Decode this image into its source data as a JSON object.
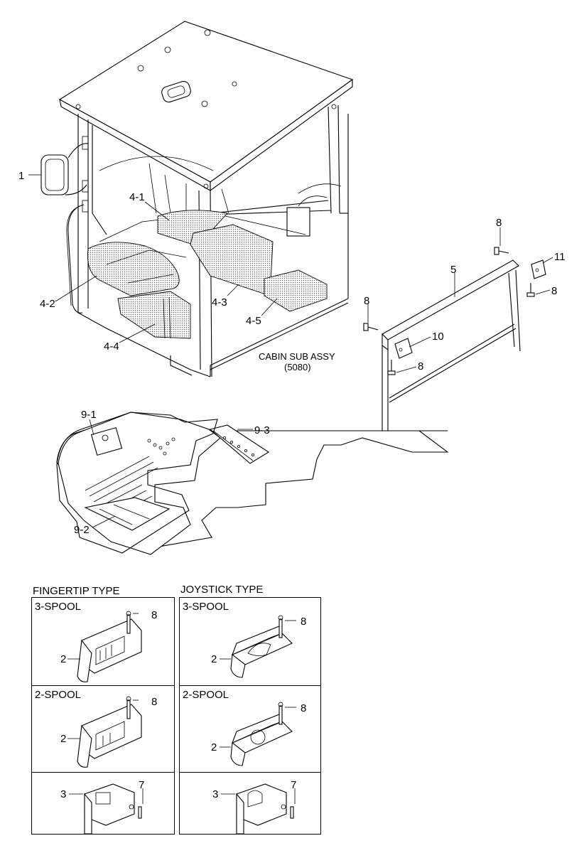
{
  "callouts": {
    "c1": "1",
    "c4_1": "4-1",
    "c4_2": "4-2",
    "c4_3": "4-3",
    "c4_4": "4-4",
    "c4_5": "4-5",
    "c5": "5",
    "c8a": "8",
    "c8b": "8",
    "c8c": "8",
    "c8d": "8",
    "c10": "10",
    "c11": "11",
    "c9_1": "9-1",
    "c9_2": "9-2",
    "c9_3": "9-3"
  },
  "cabin_caption": {
    "line1": "CABIN SUB ASSY",
    "line2": "(5080)"
  },
  "types": {
    "fingertip": "FINGERTIP TYPE",
    "joystick": "JOYSTICK TYPE"
  },
  "panels": {
    "fingertip": {
      "p1": {
        "title": "3-SPOOL",
        "a": "2",
        "b": "8"
      },
      "p2": {
        "title": "2-SPOOL",
        "a": "2",
        "b": "8"
      },
      "p3": {
        "title": "",
        "a": "3",
        "b": "7"
      }
    },
    "joystick": {
      "p1": {
        "title": "3-SPOOL",
        "a": "2",
        "b": "8"
      },
      "p2": {
        "title": "2-SPOOL",
        "a": "2",
        "b": "8"
      },
      "p3": {
        "title": "",
        "a": "3",
        "b": "7"
      }
    }
  }
}
